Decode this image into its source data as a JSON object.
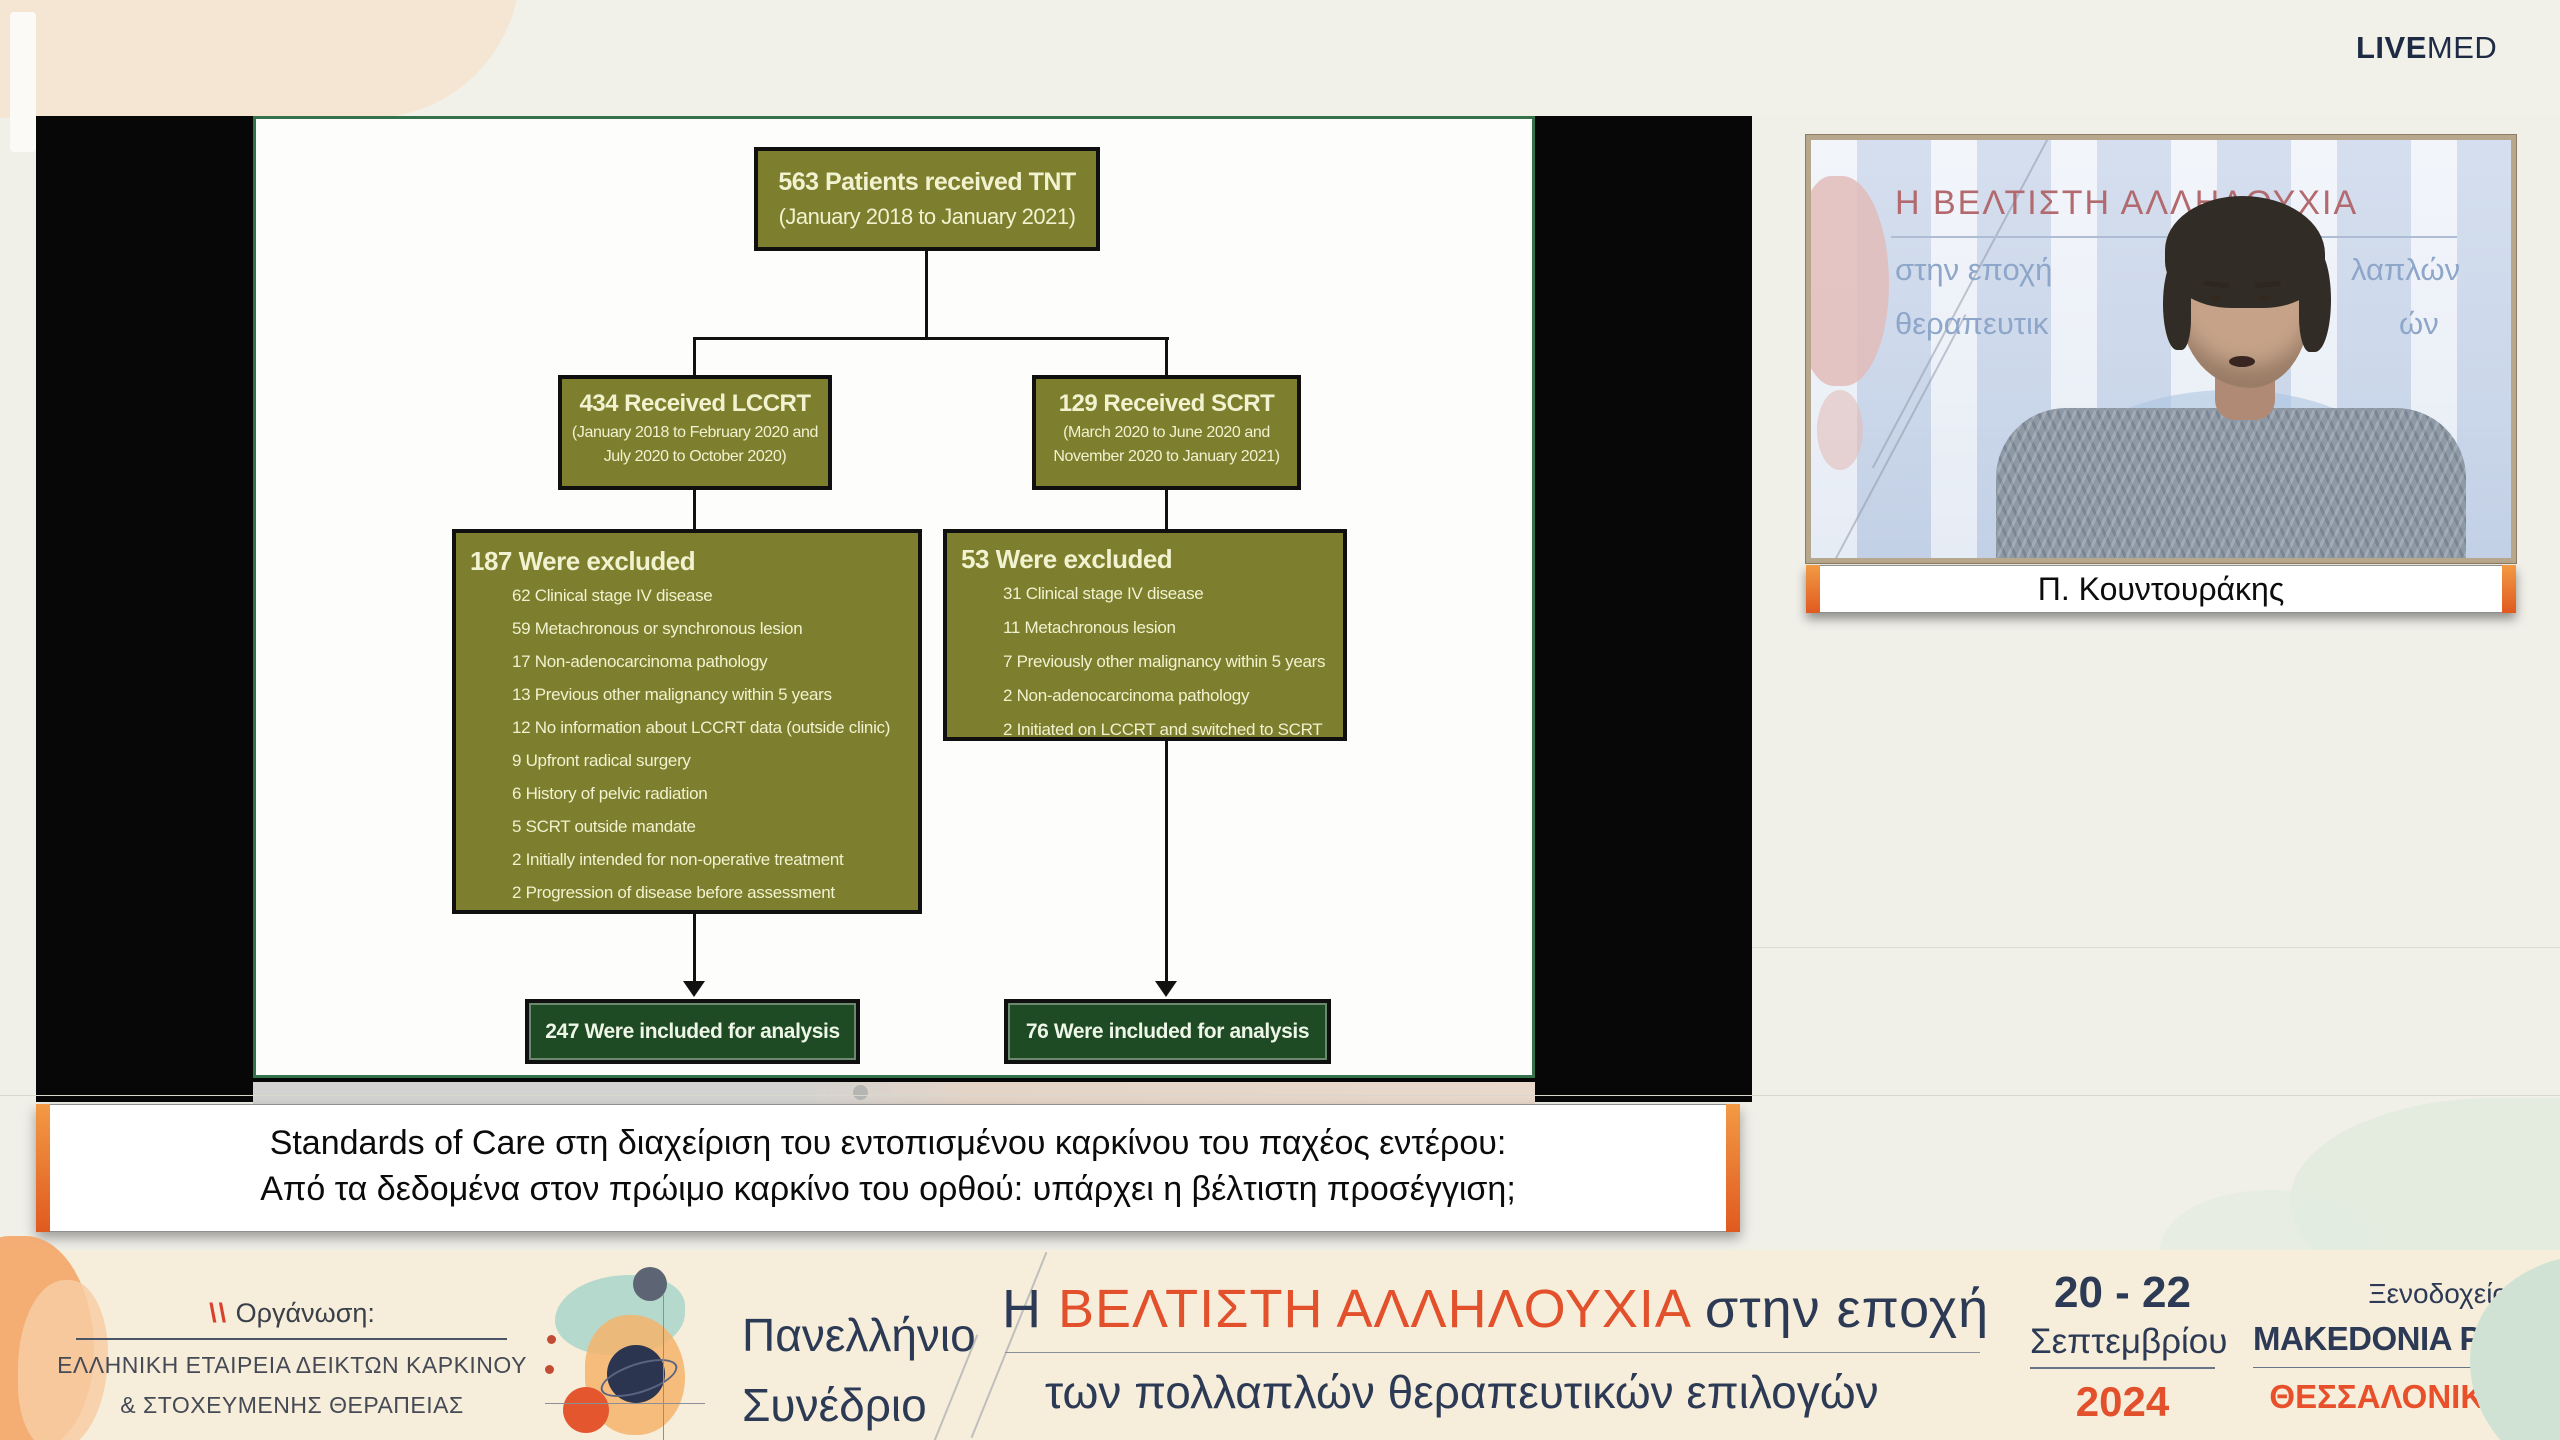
{
  "logo": {
    "live": "LIVE",
    "med": "MED"
  },
  "colors": {
    "accent_orange": "#e8742c",
    "navy": "#2c3a55",
    "red_accent": "#e2512c",
    "olive_box": "#7d7e2e",
    "green_box": "#1e4a24",
    "footer_bg": "#f6eedb"
  },
  "slide": {
    "top_box": {
      "title": "563 Patients received TNT",
      "subtitle": "(January 2018 to January 2021)"
    },
    "lccrt_box": {
      "title": "434 Received LCCRT",
      "subtitle1": "(January 2018 to February 2020 and",
      "subtitle2": "July 2020 to October 2020)"
    },
    "scrt_box": {
      "title": "129 Received SCRT",
      "subtitle1": "(March 2020 to June 2020 and",
      "subtitle2": "November 2020 to January 2021)"
    },
    "lccrt_excluded": {
      "title": "187 Were excluded",
      "items": [
        "62 Clinical stage IV disease",
        "59 Metachronous or synchronous lesion",
        "17 Non-adenocarcinoma pathology",
        "13 Previous other malignancy within 5 years",
        "12 No information about LCCRT data (outside clinic)",
        "9 Upfront radical surgery",
        "6 History of pelvic radiation",
        "5 SCRT outside mandate",
        "2 Initially intended for non-operative treatment",
        "2 Progression of disease before assessment"
      ]
    },
    "scrt_excluded": {
      "title": "53 Were excluded",
      "items": [
        "31 Clinical stage IV disease",
        "11 Metachronous lesion",
        "7 Previously other malignancy within 5 years",
        "2 Non-adenocarcinoma pathology",
        "2 Initiated on LCCRT and switched to SCRT"
      ]
    },
    "lccrt_included": {
      "title": "247 Were included for analysis"
    },
    "scrt_included": {
      "title": "76 Were included for analysis"
    }
  },
  "video": {
    "backdrop_line1": "Η ΒΕΛΤΙΣΤΗ ΑΛΛΗΛΟΥΧΙΑ",
    "backdrop_line2a": "στην εποχή",
    "backdrop_line2b": "λαπλών",
    "backdrop_line3a": "θεραπευτικ",
    "backdrop_line3b": "ών",
    "speaker_name": "Π. Κουντουράκης"
  },
  "caption": {
    "line1": "Standards of Care στη διαχείριση του εντοπισμένου καρκίνου του παχέος εντέρου:",
    "line2": "Από τα δεδομένα στον πρώιμο καρκίνο του ορθού: υπάρχει η βέλτιστη προσέγγιση;"
  },
  "footer": {
    "organizer_slashes": "\\\\",
    "organizer_label": "Οργάνωση:",
    "organizer_name1": "ΕΛΛΗΝΙΚΗ ΕΤΑΙΡΕΙΑ ΔΕΙΚΤΩΝ ΚΑΡΚΙΝΟΥ",
    "organizer_name2": "& ΣΤΟΧΕΥΜΕΝΗΣ ΘΕΡΑΠΕΙΑΣ",
    "congress_word1": "Πανελλήνιο",
    "congress_word2": "Συνέδριο",
    "title_article": "Η ",
    "title_highlight": "ΒΕΛΤΙΣΤΗ ΑΛΛΗΛΟΥΧΙΑ",
    "title_rest": " στην εποχή",
    "title_line2": "των πολλαπλών θεραπευτικών επιλογών",
    "dates": "20 - 22",
    "month": "Σεπτεμβρίου",
    "year": "2024",
    "hotel_label": "Ξενοδοχείο",
    "hotel_name": "MAKEDONIA PALACE",
    "city": "ΘΕΣΣΑΛΟΝΙΚΗ"
  }
}
